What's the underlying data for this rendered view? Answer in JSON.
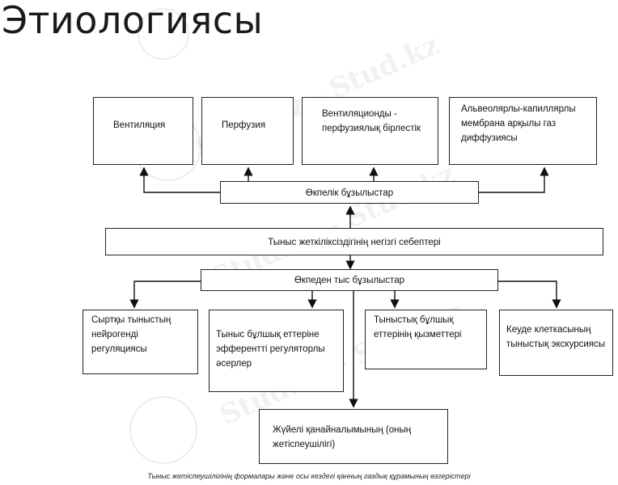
{
  "title": "Этиологиясы",
  "top_boxes": [
    "Вентиляция",
    "Перфузия",
    "Вентиляционды - перфузиялық бірлестік",
    "Альвеолярлы-капиллярлы мембрана арқылы газ диффузиясы"
  ],
  "pulmonary": "Өкпелік бұзылыстар",
  "main": "Тыныс жеткіліксіздігінің негізгі себептері",
  "extrapulmonary": "Өкпеден тыс бұзылыстар",
  "bottom_boxes": [
    "Сыртқы тыныстың нейрогенді регуляциясы",
    "Тыныс бұлшық еттеріне эфферентті регуляторлы әсерлер",
    "Тыныстық бұлшық еттерінің қызметтері",
    "Кеуде клеткасының тыныстық экскурсиясы"
  ],
  "systemic": "Жүйелі қанайналымының (оның жетіспеушілігі)",
  "caption": "Тыныс жетіспеушілігінің формалары және осы кездегі қанның газдық құрамының өзгерістері",
  "watermark": "Stud.kz - Stud.kz"
}
